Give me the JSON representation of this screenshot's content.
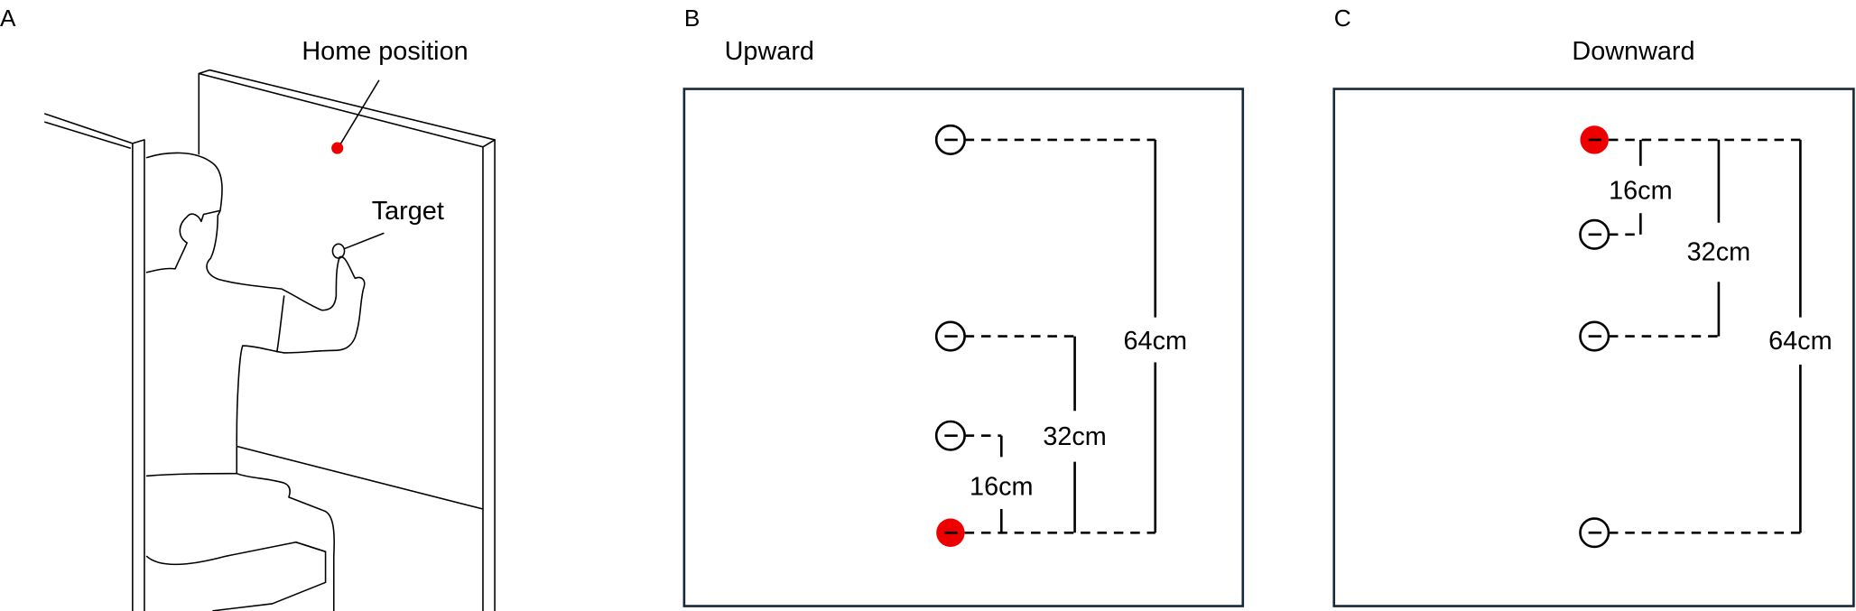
{
  "panel_a": {
    "letter": "A",
    "home_label": "Home position",
    "target_label": "Target"
  },
  "panel_b": {
    "letter": "B",
    "title": "Upward",
    "dim_16": "16cm",
    "dim_32": "32cm",
    "dim_64": "64cm"
  },
  "panel_c": {
    "letter": "C",
    "title": "Downward",
    "dim_16": "16cm",
    "dim_32": "32cm",
    "dim_64": "64cm"
  },
  "colors": {
    "home_dot": "#ee0000",
    "frame": "#172a3a"
  }
}
